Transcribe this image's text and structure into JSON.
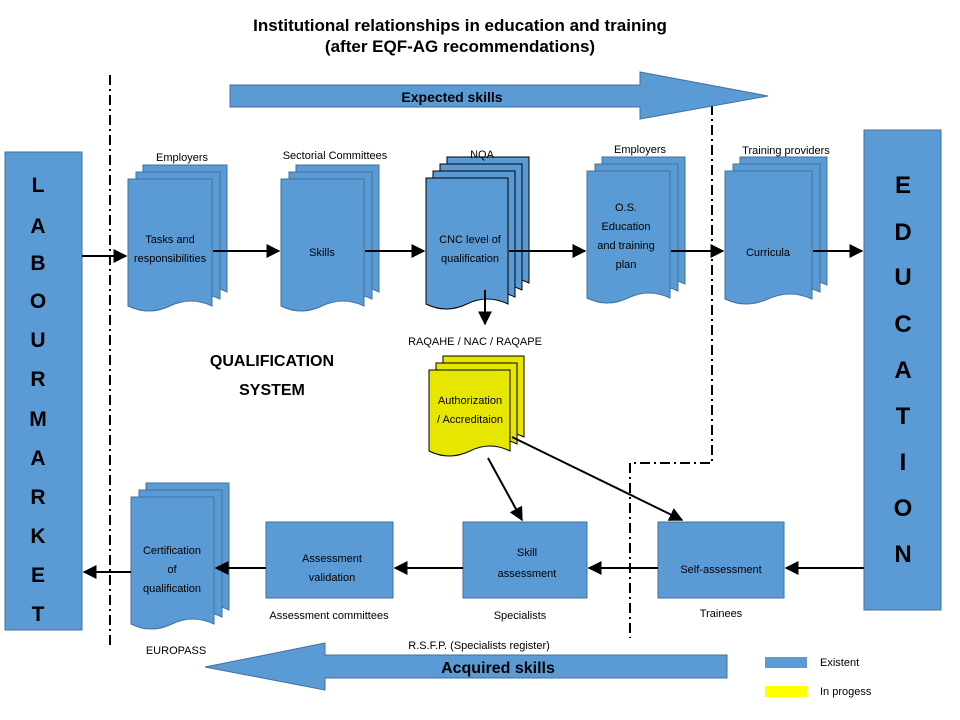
{
  "title": {
    "line1": "Institutional relationships in education and training",
    "line2": "(after EQF-AG recommendations)"
  },
  "arrows": {
    "expected": "Expected skills",
    "acquired": "Acquired skills"
  },
  "labour_market": [
    "L",
    "A",
    "B",
    "O",
    "U",
    "R",
    "M",
    "A",
    "R",
    "K",
    "E",
    "T"
  ],
  "education": [
    "E",
    "D",
    "U",
    "C",
    "A",
    "T",
    "I",
    "O",
    "N"
  ],
  "top_row": [
    {
      "caption": "Employers",
      "lines": [
        "Tasks and",
        "responsibilities"
      ]
    },
    {
      "caption": "Sectorial Committees",
      "lines": [
        "Skills"
      ]
    },
    {
      "caption": "NQA",
      "lines": [
        "CNC level of",
        "qualification"
      ]
    },
    {
      "caption": "Employers",
      "lines": [
        "O.S.",
        "Education",
        "and training",
        "plan"
      ]
    },
    {
      "caption": "Training providers",
      "lines": [
        "Curricula"
      ]
    }
  ],
  "raqa": {
    "caption": "RAQAHE / NAC / RAQAPE",
    "lines": [
      "Authorization",
      "/ Accreditaion"
    ]
  },
  "qualification_system": [
    "QUALIFICATION",
    "SYSTEM"
  ],
  "bottom_row": [
    {
      "caption": "EUROPASS",
      "lines": [
        "Certification",
        "of",
        "qualification"
      ]
    },
    {
      "caption": "Assessment committees",
      "lines": [
        "Assessment",
        "validation"
      ]
    },
    {
      "caption": "Specialists",
      "lines": [
        "Skill",
        "assessment"
      ]
    },
    {
      "caption": "Trainees",
      "lines": [
        "Self-assessment"
      ]
    }
  ],
  "rsfp": "R.S.F.P. (Specialists register)",
  "legend": [
    {
      "label": "Existent",
      "color": "#5b9bd5"
    },
    {
      "label": "In progess",
      "color": "#ffff00"
    }
  ],
  "colors": {
    "blue": "#5b9bd5",
    "blue_edge": "#41719c",
    "yellow": "#e6e600",
    "text": "#000000"
  }
}
